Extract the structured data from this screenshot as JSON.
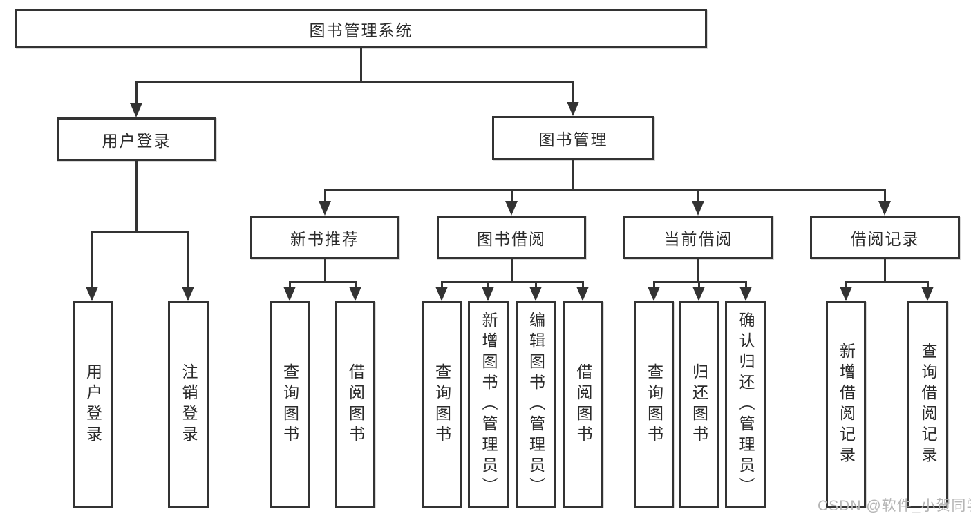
{
  "diagram": {
    "root": {
      "label": "图书管理系统"
    },
    "branches": [
      {
        "label": "用户登录",
        "children": [
          {
            "label": "用户登录"
          },
          {
            "label": "注销登录"
          }
        ]
      },
      {
        "label": "图书管理",
        "children": [
          {
            "label": "新书推荐",
            "children": [
              {
                "label": "查询图书"
              },
              {
                "label": "借阅图书"
              }
            ]
          },
          {
            "label": "图书借阅",
            "children": [
              {
                "label": "查询图书"
              },
              {
                "label": "新增图书（管理员）"
              },
              {
                "label": "编辑图书（管理员）"
              },
              {
                "label": "借阅图书"
              }
            ]
          },
          {
            "label": "当前借阅",
            "children": [
              {
                "label": "查询图书"
              },
              {
                "label": "归还图书"
              },
              {
                "label": "确认归还（管理员）"
              }
            ]
          },
          {
            "label": "借阅记录",
            "children": [
              {
                "label": "新增借阅记录"
              },
              {
                "label": "查询借阅记录"
              }
            ]
          }
        ]
      }
    ]
  },
  "watermark": {
    "text": "CSDN @软件_小贺同学"
  },
  "colors": {
    "line": "#333333",
    "text": "#2b2b2b",
    "watermark": "#b5b5b5",
    "background": "#ffffff"
  }
}
